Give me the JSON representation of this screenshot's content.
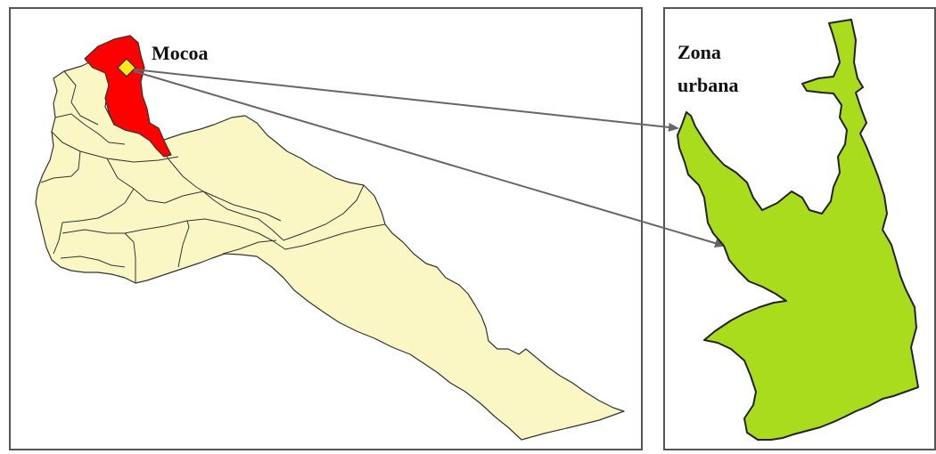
{
  "labels": {
    "municipality": "Mocoa",
    "zoom_line1": "Zona",
    "zoom_line2": "urbana"
  },
  "colors": {
    "department_fill": "#fbf7c4",
    "municipality_fill": "#ff0000",
    "urban_fill": "#a8dc1c",
    "marker_fill": "#ffe81a",
    "border": "#333333",
    "arrow": "#666666"
  }
}
